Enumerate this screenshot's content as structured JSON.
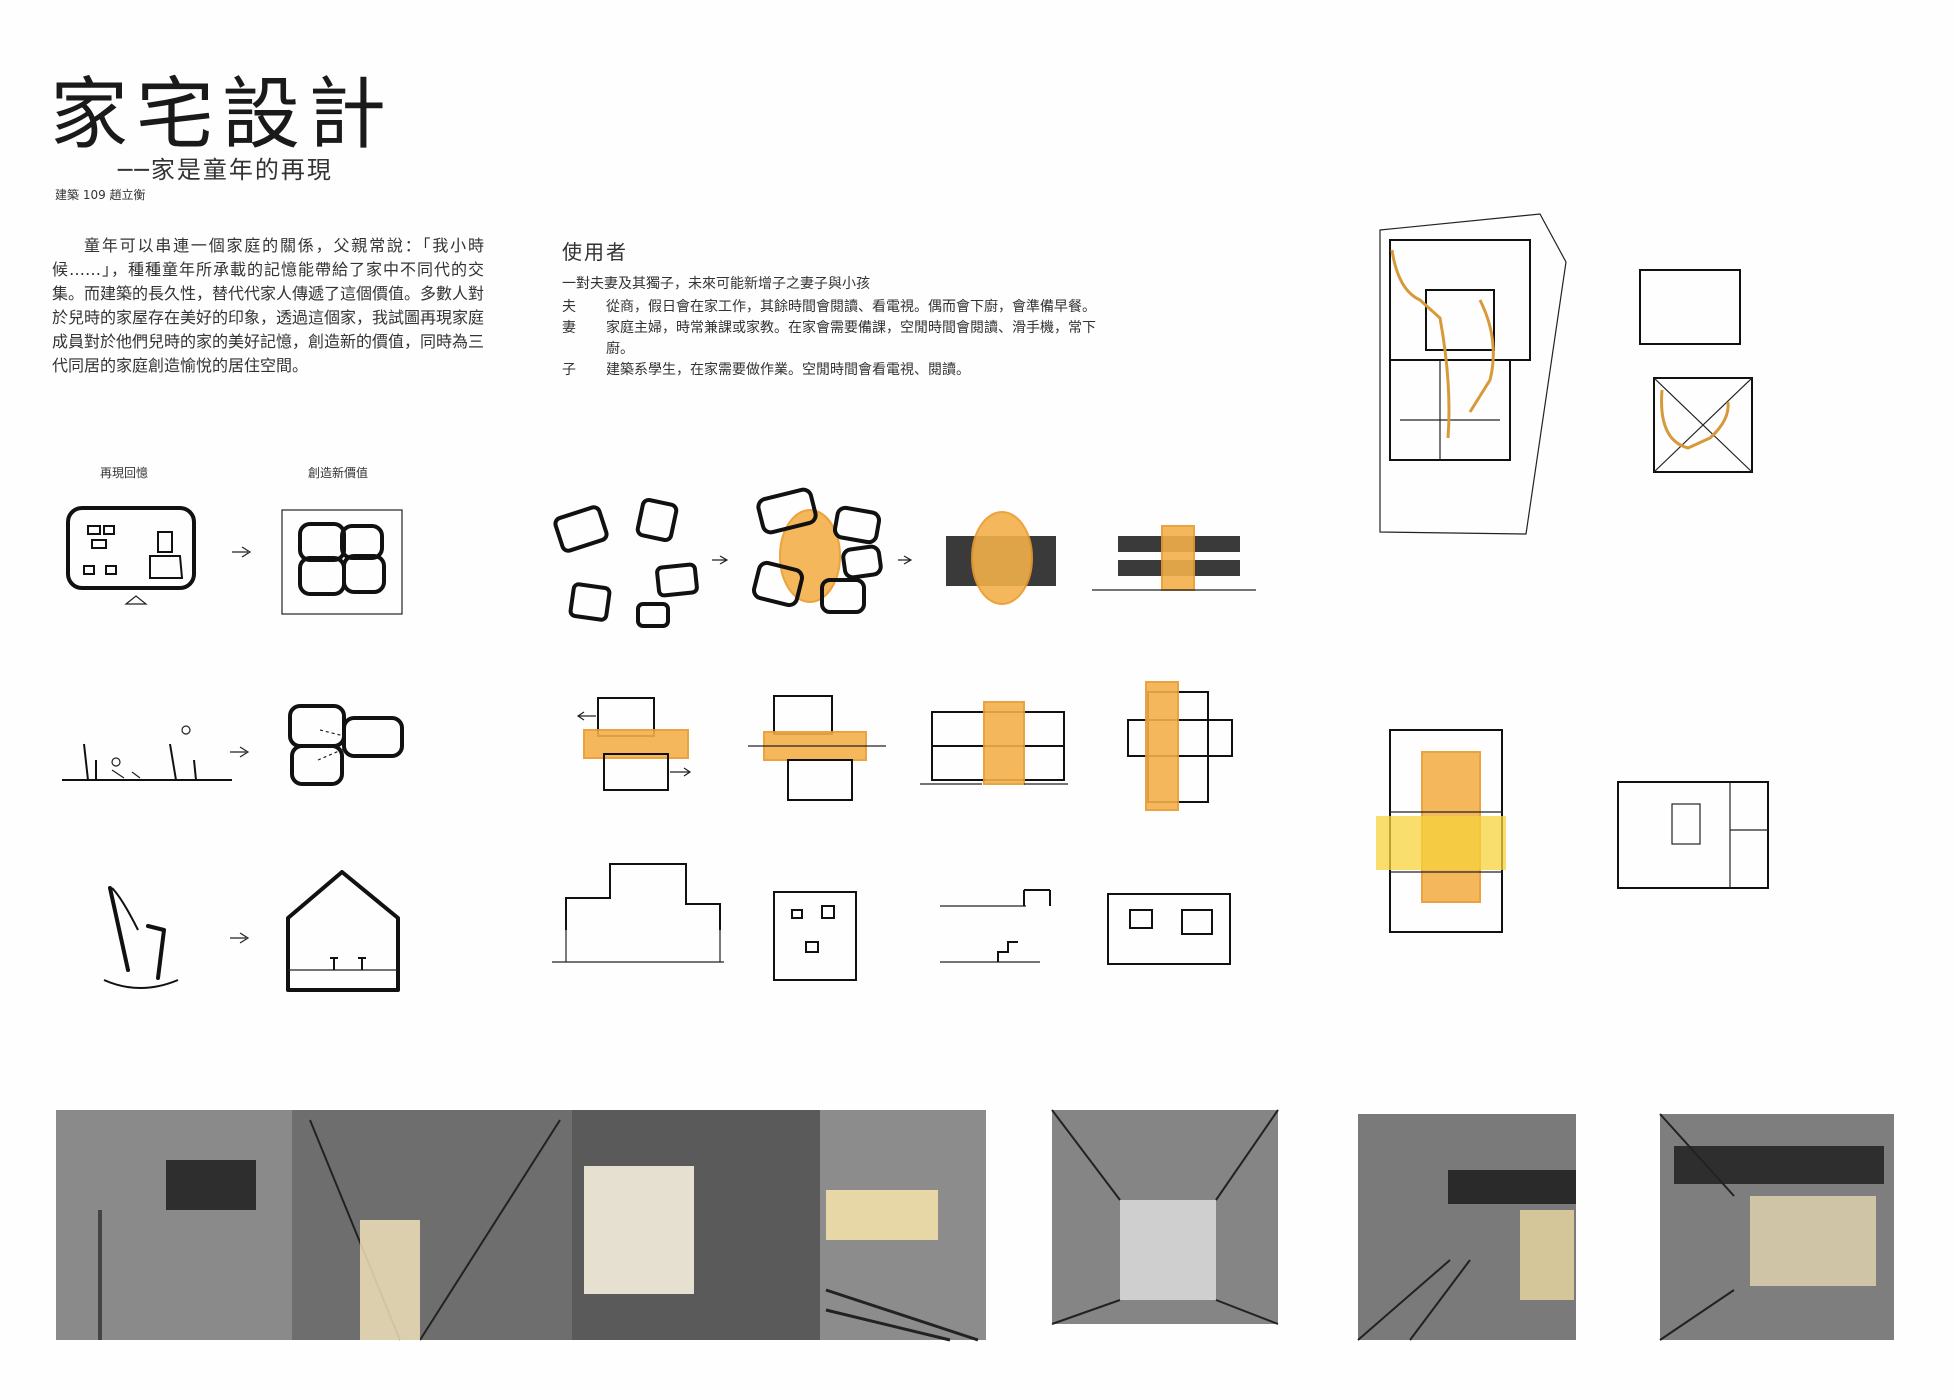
{
  "title": "家宅設計",
  "subtitle": "──家是童年的再現",
  "author": "建築 109 趙立衡",
  "intro": "童年可以串連一個家庭的關係，父親常說：「我小時候……」，種種童年所承載的記憶能帶給了家中不同代的交集。而建築的長久性，替代代家人傳遞了這個價值。多數人對於兒時的家屋存在美好的印象，透過這個家，我試圖再現家庭成員對於他們兒時的家的美好記憶，創造新的價值，同時為三代同居的家庭創造愉悅的居住空間。",
  "users": {
    "heading": "使用者",
    "summary": "一對夫妻及其獨子，未來可能新增子之妻子與小孩",
    "rows": [
      {
        "key": "夫",
        "text": "從商，假日會在家工作，其餘時間會閱讀、看電視。偶而會下廚，會準備早餐。"
      },
      {
        "key": "妻",
        "text": "家庭主婦，時常兼課或家教。在家會需要備課，空閒時間會閱讀、滑手機，常下廚。"
      },
      {
        "key": "子",
        "text": "建築系學生，在家需要做作業。空閒時間會看電視、閱讀。"
      }
    ]
  },
  "diagram_labels": {
    "reproduce_memory": "再現回憶",
    "create_value": "創造新價值"
  },
  "colors": {
    "accent_orange": "#f3b04a",
    "accent_yellow": "#f7d23c",
    "ink": "#111111"
  }
}
